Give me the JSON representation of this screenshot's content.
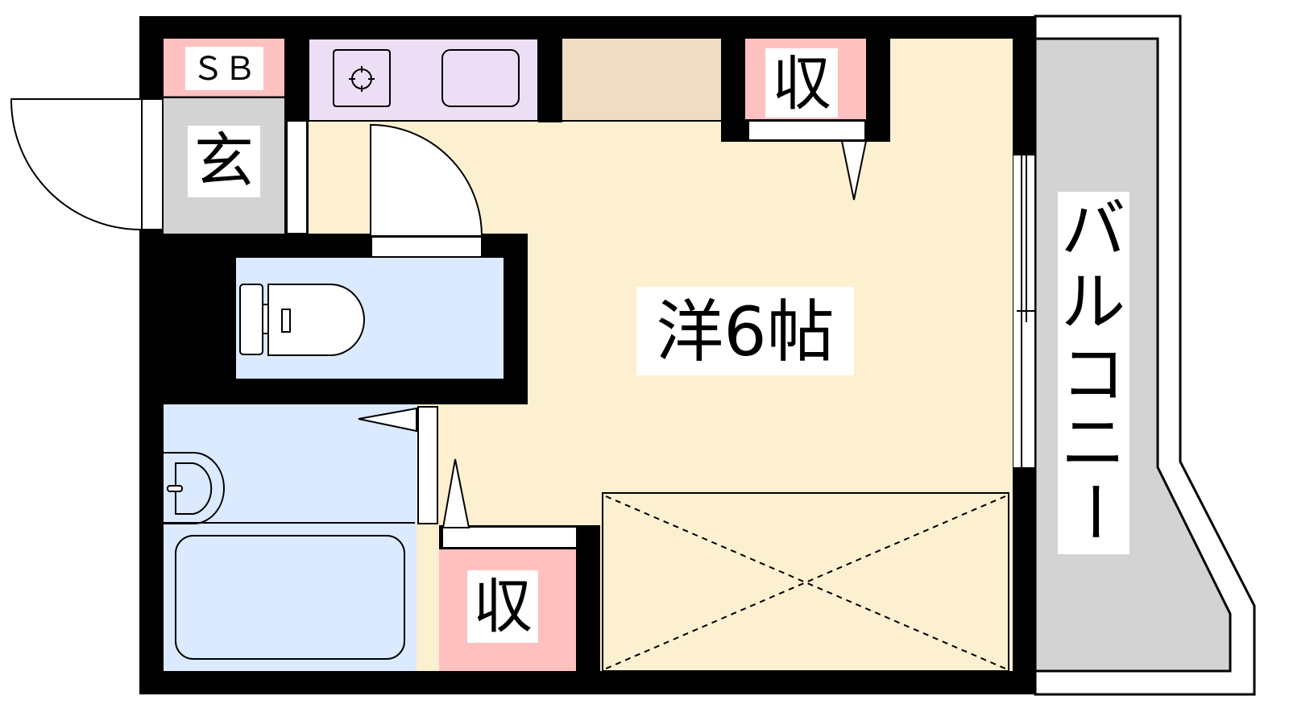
{
  "labels": {
    "main_room": "洋6帖",
    "closet_top": "収",
    "closet_bottom": "収",
    "entrance": "玄",
    "shoe_box": "ＳＢ",
    "balcony": [
      "バ",
      "ル",
      "コ",
      "ニ",
      "ー"
    ]
  },
  "colors": {
    "wall": "#000000",
    "room": "#fdf0d0",
    "kitchen": "#ecdff5",
    "storage_pink": "#ffc0c0",
    "entrance_gray": "#d3d3d3",
    "wet_area_blue": "#dbeaff",
    "counter_beige": "#efdcc3",
    "balcony_gray": "#d3d3d3"
  }
}
